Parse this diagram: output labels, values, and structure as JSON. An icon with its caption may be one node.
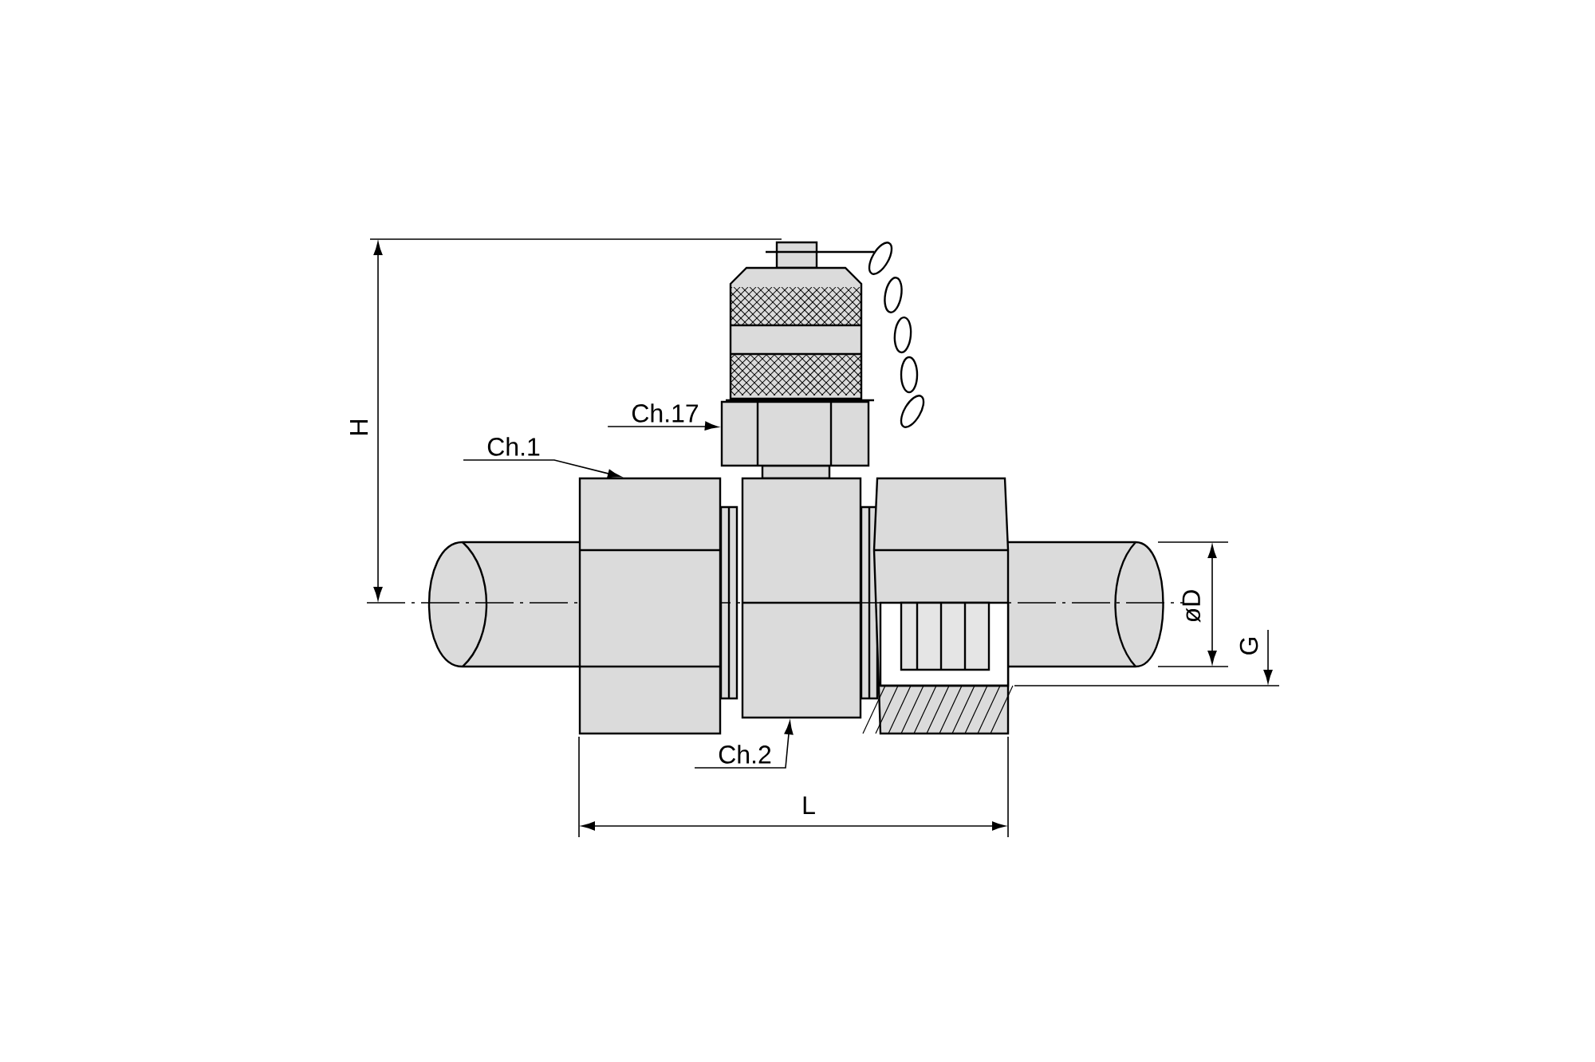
{
  "diagram": {
    "nodes": [
      {
        "text": [
          "Ch.17"
        ]
      },
      {
        "text": [],
        "shape": "box"
      },
      {
        "text": [
          "Ch.1"
        ]
      },
      {
        "text": [],
        "shape": "box"
      },
      {
        "text": [
          "Ch.2"
        ]
      },
      {
        "text": [],
        "shape": "box"
      }
    ],
    "edges": [
      {
        "from": 0,
        "to": 1,
        "arrow": "to"
      },
      {
        "from": 2,
        "to": 3,
        "arrow": "to"
      },
      {
        "from": 4,
        "to": 5,
        "arrow": "to"
      }
    ],
    "labels": [
      "H",
      "øD",
      "G",
      "L"
    ]
  }
}
